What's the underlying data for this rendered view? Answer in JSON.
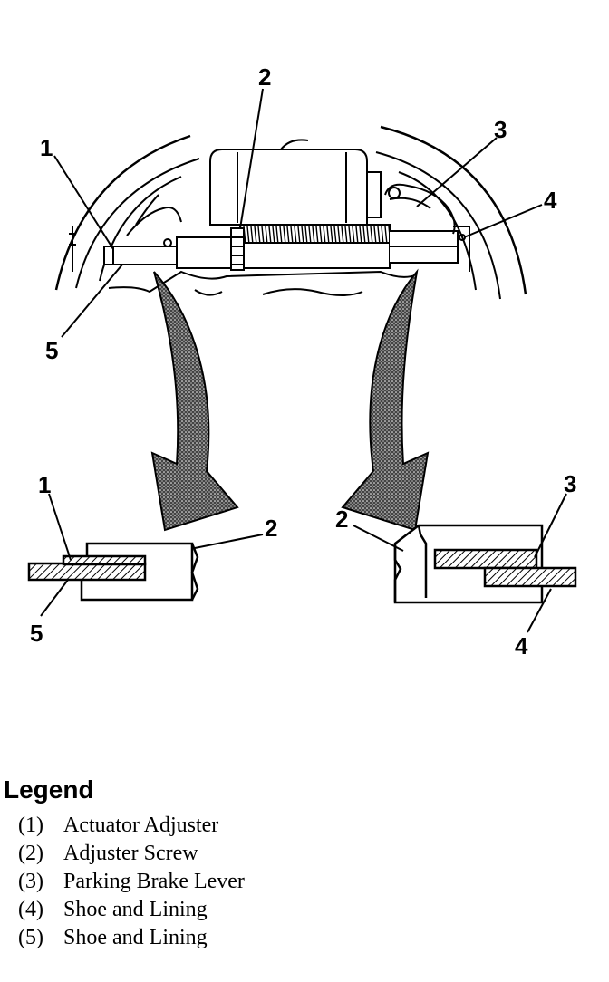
{
  "callouts": {
    "top_1": "1",
    "top_2": "2",
    "top_3": "3",
    "top_4": "4",
    "top_5": "5",
    "left_1": "1",
    "left_2": "2",
    "left_5": "5",
    "right_2": "2",
    "right_3": "3",
    "right_4": "4"
  },
  "legend": {
    "title": "Legend",
    "items": [
      {
        "num": "(1)",
        "label": "Actuator Adjuster"
      },
      {
        "num": "(2)",
        "label": "Adjuster Screw"
      },
      {
        "num": "(3)",
        "label": "Parking Brake Lever"
      },
      {
        "num": "(4)",
        "label": "Shoe and Lining"
      },
      {
        "num": "(5)",
        "label": "Shoe and Lining"
      }
    ]
  }
}
